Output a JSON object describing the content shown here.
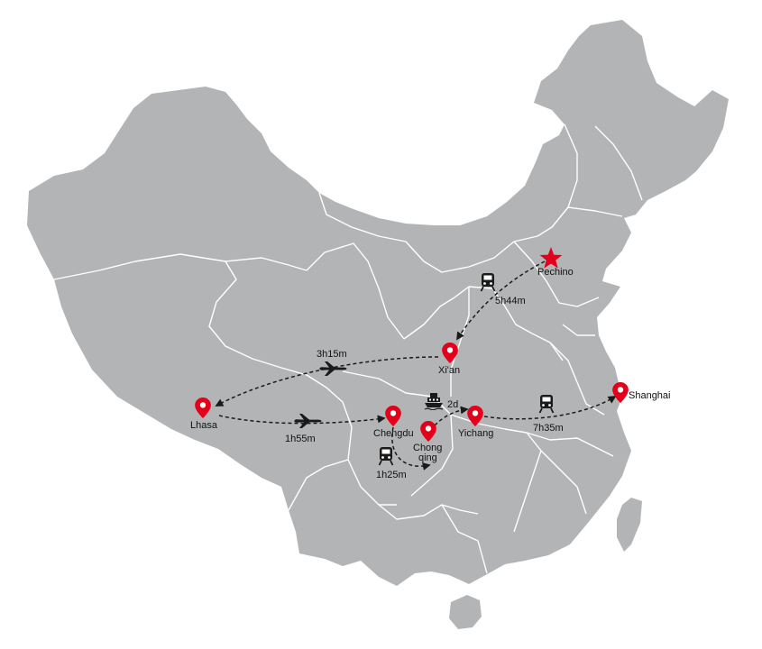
{
  "map": {
    "land_color": "#b3b4b6",
    "border_color": "#ffffff",
    "route_color": "#1a1a1a",
    "pin_color": "#e3001b",
    "star_color": "#e3001b"
  },
  "cities": {
    "pechino": "Pechino",
    "xian": "Xi'an",
    "lhasa": "Lhasa",
    "chengdu": "Chengdu",
    "chongqing_line1": "Chong",
    "chongqing_line2": "qing",
    "yichang": "Yichang",
    "shanghai": "Shanghai"
  },
  "legs": {
    "pechino_xian": {
      "duration": "5h44m",
      "mode": "train-icon"
    },
    "xian_lhasa": {
      "duration": "3h15m",
      "mode": "airplane-icon"
    },
    "lhasa_chengdu": {
      "duration": "1h55m",
      "mode": "airplane-icon"
    },
    "chengdu_chongqing": {
      "duration": "1h25m",
      "mode": "train-icon"
    },
    "chongqing_yichang": {
      "duration": "2d",
      "mode": "ship-icon"
    },
    "yichang_shanghai": {
      "duration": "7h35m",
      "mode": "train-icon"
    }
  }
}
